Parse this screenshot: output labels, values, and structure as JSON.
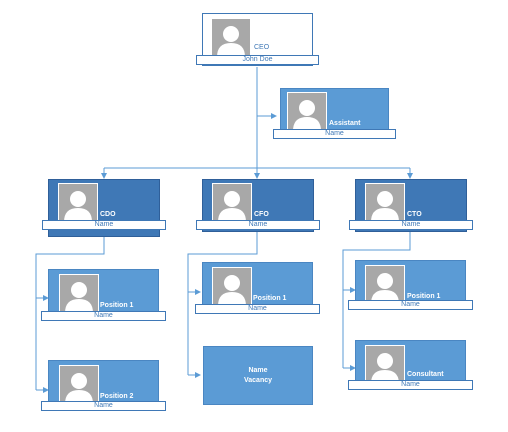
{
  "ceo": {
    "title": "CEO",
    "name": "John Doe"
  },
  "assistant": {
    "title": "Assistant",
    "name": "Name"
  },
  "cdo": {
    "title": "CDO",
    "name": "Name"
  },
  "cfo": {
    "title": "CFO",
    "name": "Name"
  },
  "cto": {
    "title": "CTO",
    "name": "Name"
  },
  "cdo_reports": [
    {
      "title": "Position 1",
      "name": "Name"
    },
    {
      "title": "Position 2",
      "name": "Name"
    }
  ],
  "cfo_reports": [
    {
      "title": "Position 1",
      "name": "Name"
    },
    {
      "line1": "Name",
      "line2": "Vacancy"
    }
  ],
  "cto_reports": [
    {
      "title": "Position 1",
      "name": "Name"
    },
    {
      "title": "Consultant",
      "name": "Name"
    }
  ],
  "colors": {
    "line": "#5b9bd5",
    "card_blue": "#5b9bd5",
    "card_dark": "#3f78b6",
    "photo": "#a8a8a8"
  }
}
